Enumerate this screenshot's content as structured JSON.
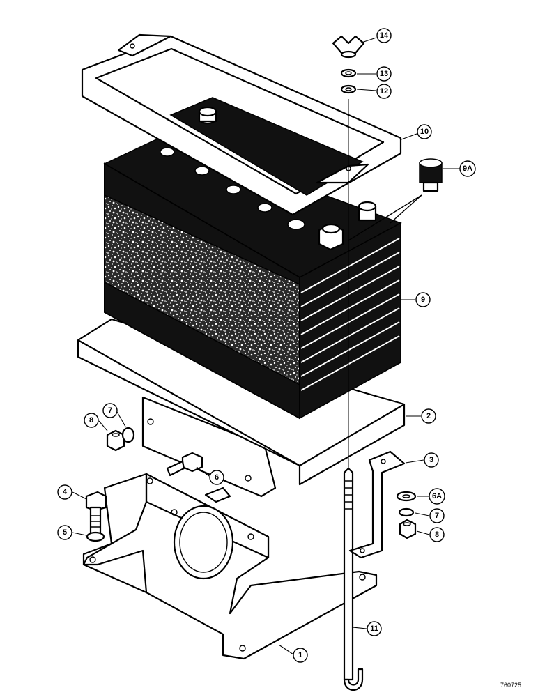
{
  "callouts": [
    {
      "id": "c14",
      "label": "14"
    },
    {
      "id": "c13",
      "label": "13"
    },
    {
      "id": "c12",
      "label": "12"
    },
    {
      "id": "c10",
      "label": "10"
    },
    {
      "id": "c9a",
      "label": "9A"
    },
    {
      "id": "c9",
      "label": "9"
    },
    {
      "id": "c2",
      "label": "2"
    },
    {
      "id": "c8l",
      "label": "8"
    },
    {
      "id": "c7l",
      "label": "7"
    },
    {
      "id": "c3",
      "label": "3"
    },
    {
      "id": "c6",
      "label": "6"
    },
    {
      "id": "c6a",
      "label": "6A"
    },
    {
      "id": "c4",
      "label": "4"
    },
    {
      "id": "c7r",
      "label": "7"
    },
    {
      "id": "c5",
      "label": "5"
    },
    {
      "id": "c8r",
      "label": "8"
    },
    {
      "id": "c11",
      "label": "11"
    },
    {
      "id": "c1",
      "label": "1"
    }
  ],
  "figure_id": "760725"
}
